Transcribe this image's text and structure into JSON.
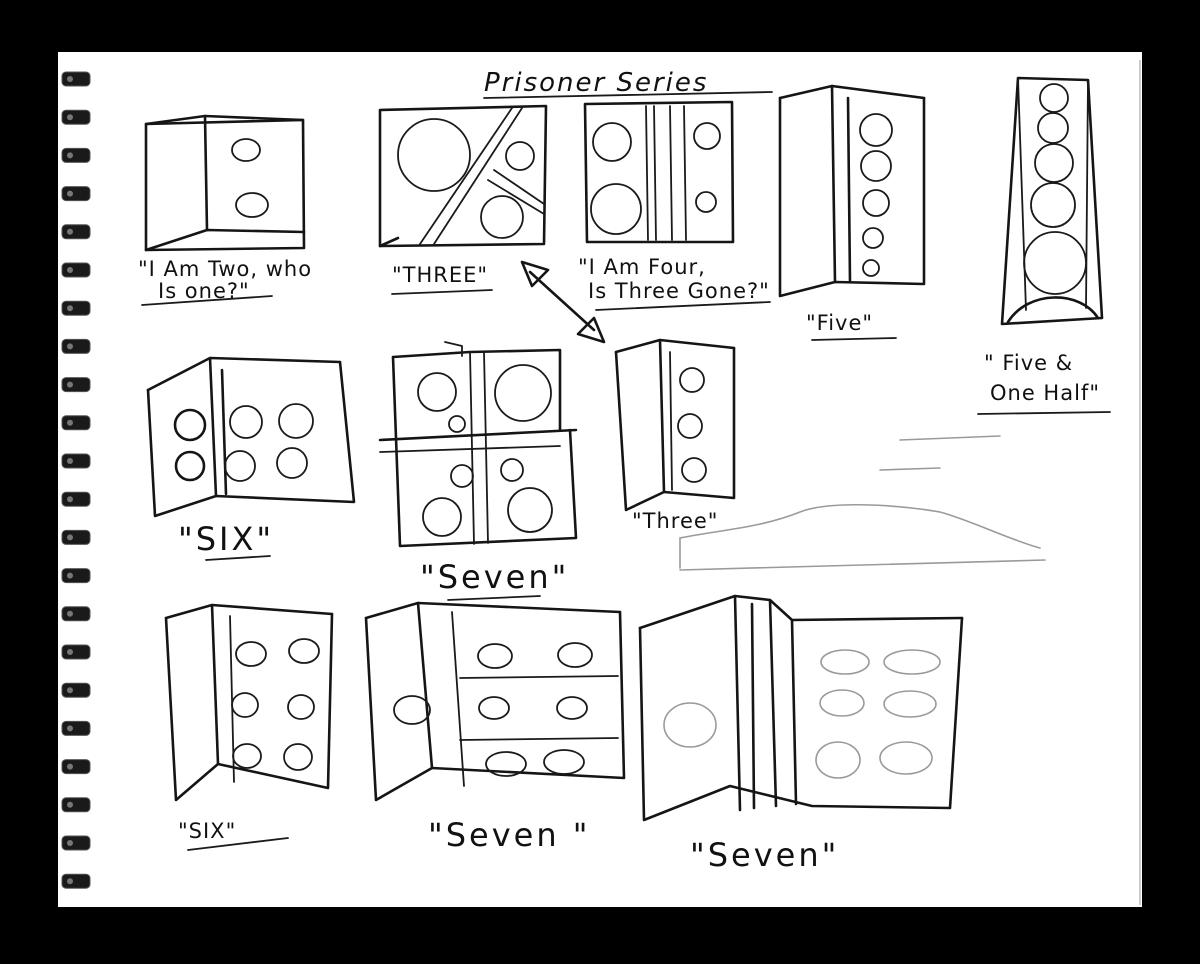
{
  "title": "Prisoner Series",
  "colors": {
    "paper": "#ffffff",
    "ink": "#151515",
    "pencil": "#9a9a9a",
    "background": "#000000",
    "binding": "#1a1a1a"
  },
  "icons": {
    "binding": "spiral-binding-icon",
    "arrow": "double-headed-arrow-icon"
  },
  "captions": {
    "i_am_two": [
      "\"I Am Two, who",
      "Is one?\""
    ],
    "three_top": "\"THREE\"",
    "i_am_four": [
      "\"I Am Four,",
      "Is Three Gone?\""
    ],
    "five": "\"Five\"",
    "five_and_half": [
      "\" Five &",
      "One Half\""
    ],
    "six_mid": "\"SIX\"",
    "seven_mid": "\"Seven\"",
    "three_mid": "\"Three\"",
    "six_bottom": "\"SIX\"",
    "seven_bottom": "\"Seven \"",
    "seven_big": "\"Seven\""
  }
}
